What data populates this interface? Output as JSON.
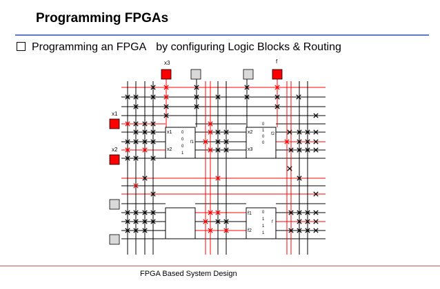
{
  "slide": {
    "title": "Programming FPGAs",
    "bullet_lead": "Programming an FPGA",
    "bullet_rest": "by configuring Logic Blocks & Routing",
    "footer": "FPGA Based System Design"
  },
  "diagram": {
    "colors": {
      "wire": "#000000",
      "programmed": "#ff0000",
      "io_active": "#ff0000",
      "io_inactive": "#d9d9d9"
    },
    "io_labels": {
      "x3": "x3",
      "f": "f",
      "x1": "x1",
      "x2": "x2"
    },
    "logic_block_1": {
      "inputs": [
        "x1",
        "x2"
      ],
      "truth": [
        "0",
        "0",
        "0",
        "1"
      ],
      "output": "f1"
    },
    "logic_block_2": {
      "inputs": [
        "x2",
        "x3"
      ],
      "truth": [
        "0",
        "1",
        "0",
        "0"
      ],
      "output": "f2"
    },
    "logic_block_3": {
      "inputs": [
        "f1",
        "f2"
      ],
      "truth": [
        "0",
        "1",
        "1",
        "1"
      ],
      "output": "f"
    }
  }
}
